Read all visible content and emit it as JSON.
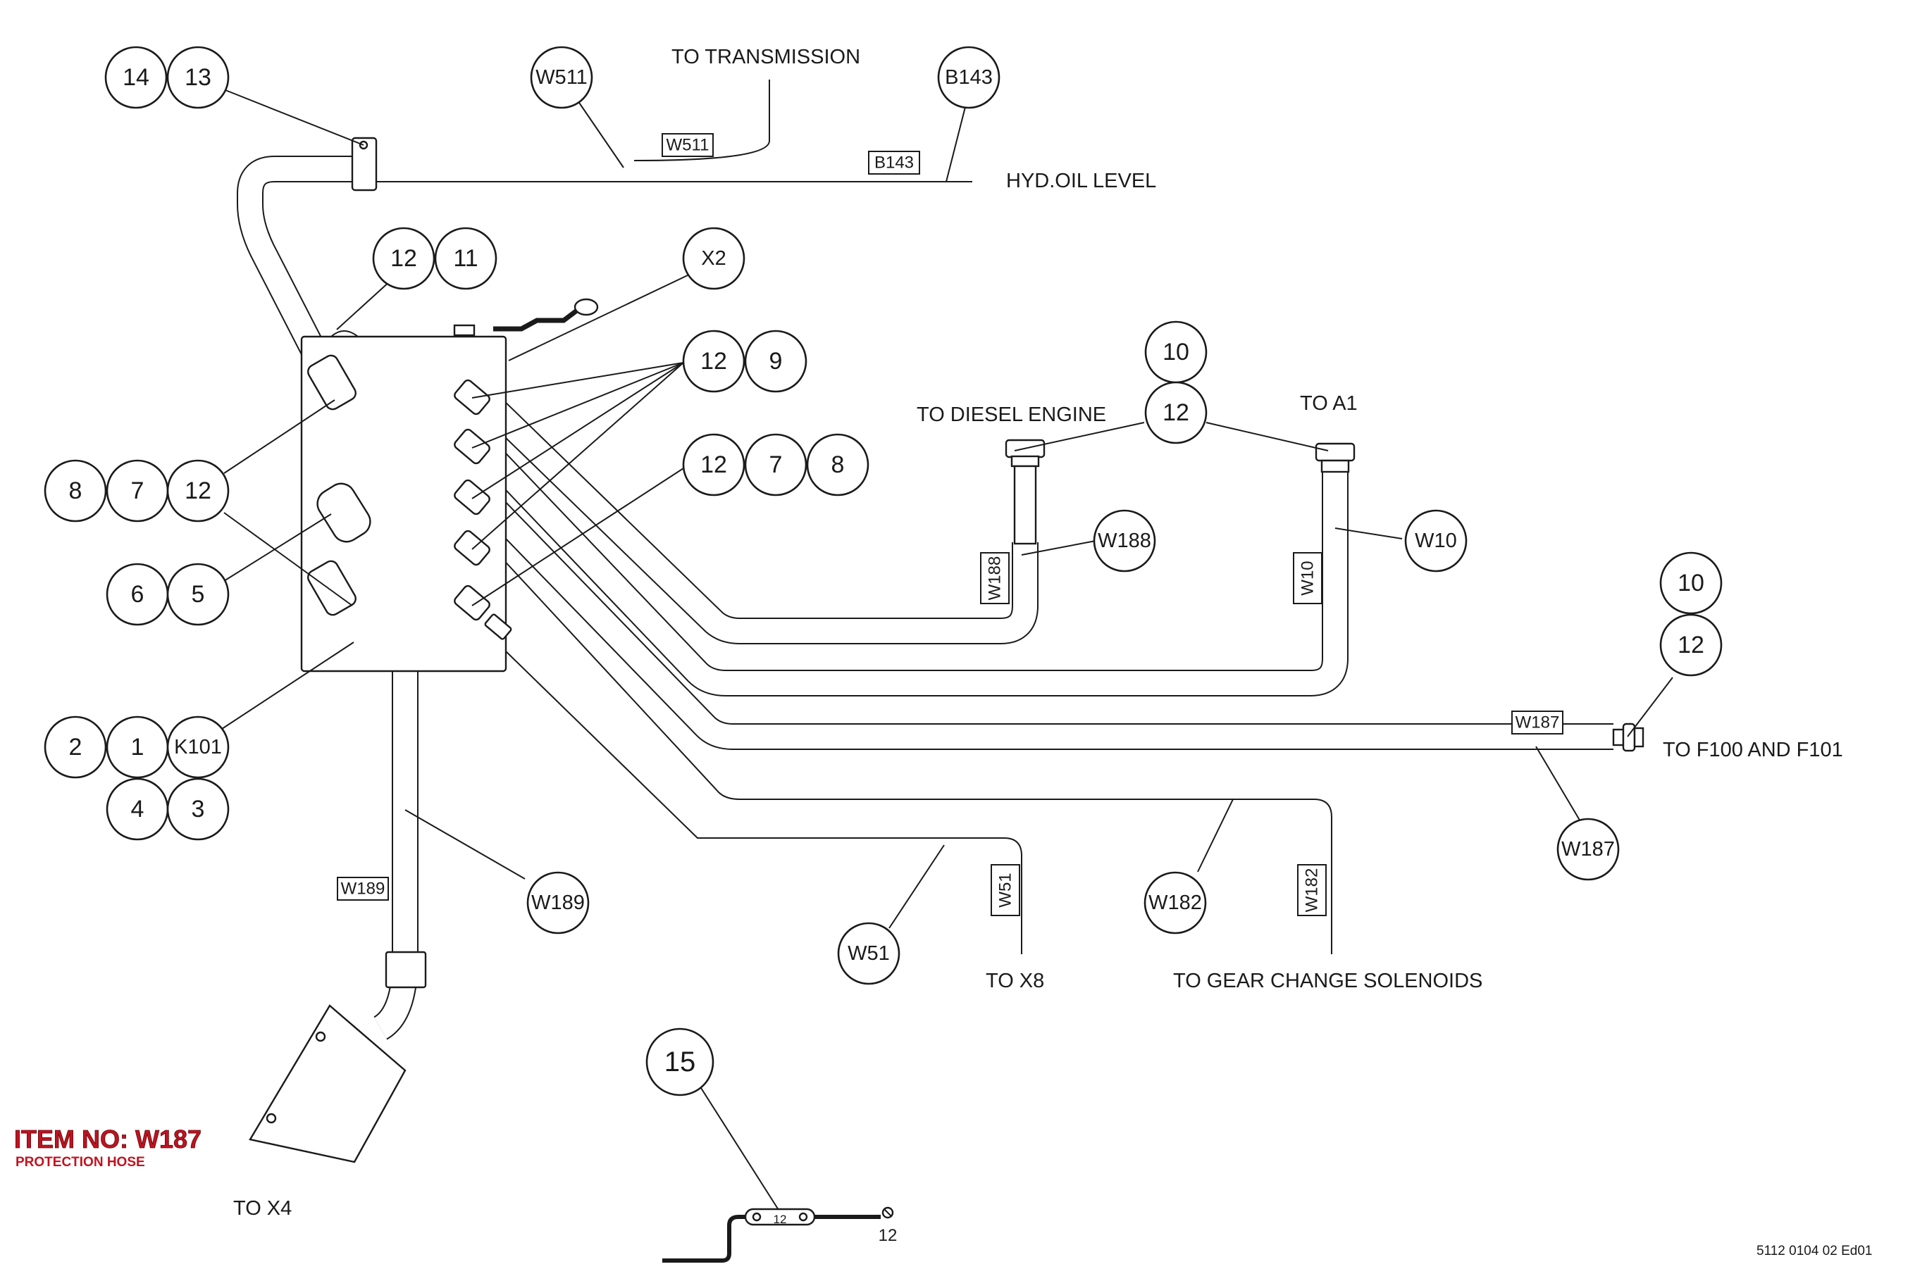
{
  "item": {
    "number": "ITEM NO: W187",
    "description": "PROTECTION HOSE"
  },
  "document_number": "5112 0104 02 Ed01",
  "destinations": {
    "transmission": "TO  TRANSMISSION",
    "hyd_oil_level": "HYD.OIL LEVEL",
    "diesel_engine": "TO DIESEL ENGINE",
    "a1": "TO A1",
    "f100_f101": "TO F100 AND F101",
    "x8": "TO X8",
    "gear_change": "TO GEAR CHANGE SOLENOIDS",
    "x4": "TO X4"
  },
  "wire_tags": {
    "w511": "W511",
    "b143": "B143",
    "w188": "W188",
    "w10": "W10",
    "w187": "W187",
    "w51": "W51",
    "w182": "W182",
    "w189": "W189"
  },
  "callouts": {
    "b14": "14",
    "b13": "13",
    "w511": "W511",
    "b143": "B143",
    "b12a": "12",
    "b11": "11",
    "x2": "X2",
    "b12b": "12",
    "b9": "9",
    "b12c": "12",
    "b7a": "7",
    "b8a": "8",
    "b10a": "10",
    "b12d": "12",
    "b8b": "8",
    "b7b": "7",
    "b12e": "12",
    "b6": "6",
    "b5": "5",
    "w188": "W188",
    "w10": "W10",
    "b10b": "10",
    "b12f": "12",
    "b2": "2",
    "b1": "1",
    "k101": "K101",
    "b4": "4",
    "b3": "3",
    "w187": "W187",
    "w189": "W189",
    "w182": "W182",
    "w51": "W51",
    "b15": "15"
  },
  "clip_detail": {
    "inner_label": "12",
    "callout": "12"
  }
}
